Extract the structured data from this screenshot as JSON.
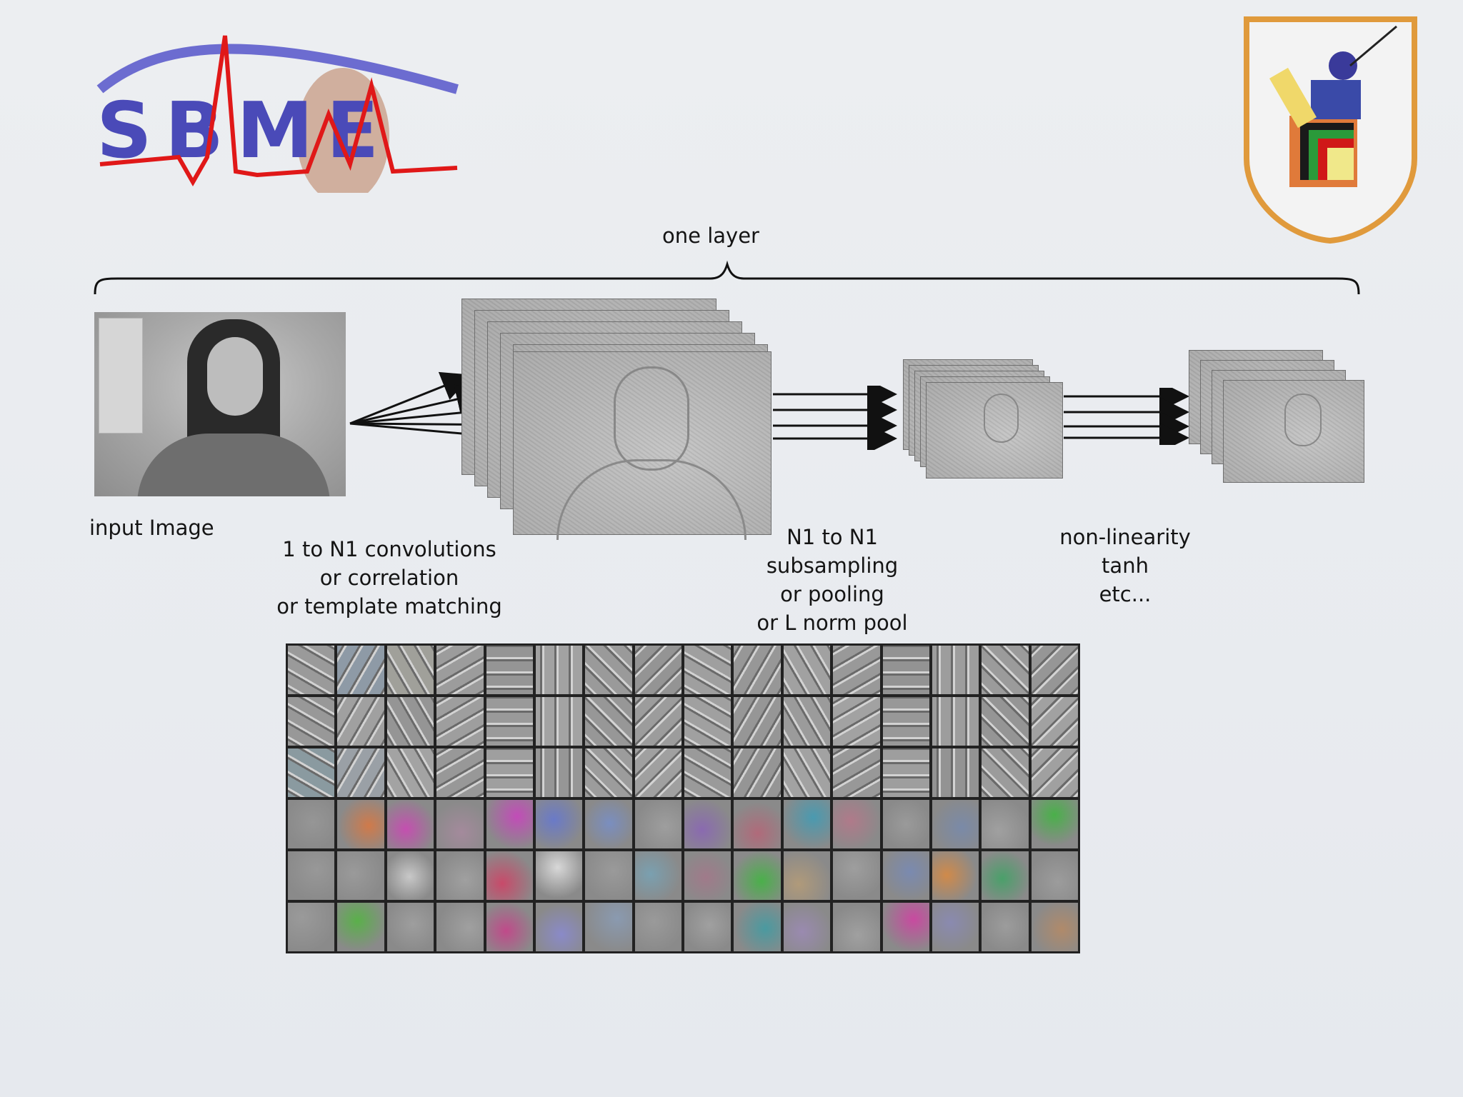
{
  "logos": {
    "left_logo_text": "SBME",
    "right_logo": "university-crest"
  },
  "diagram": {
    "layer_label": "one layer",
    "input_label": "input Image",
    "conv_label": [
      "1 to N1 convolutions",
      "or correlation",
      "or template matching"
    ],
    "pool_label": [
      "N1 to N1",
      "subsampling",
      "or pooling",
      "or L norm pool"
    ],
    "nonlin_label": [
      "non-linearity",
      "tanh",
      "etc..."
    ]
  },
  "filter_grid": {
    "rows": 6,
    "cols": 16,
    "tones": [
      "#9a9a9a",
      "#8e9aa6",
      "#a0a09a",
      "#9c9c9c",
      "#959595",
      "#a2a2a2",
      "#9a9a9a",
      "#949494",
      "#9f9f9f",
      "#979797",
      "#a1a1a1",
      "#999999",
      "#939393",
      "#9d9d9d",
      "#9b9b9b",
      "#969696",
      "#989898",
      "#a0a0a0",
      "#959595",
      "#9e9e9e",
      "#9a9a9a",
      "#a3a3a3",
      "#979797",
      "#9c9c9c",
      "#a0a0a0",
      "#969696",
      "#9b9b9b",
      "#a2a2a2",
      "#989898",
      "#9d9d9d",
      "#959595",
      "#a1a1a1",
      "#8a9aa0",
      "#9aa0a6",
      "#a3a3a3",
      "#989898",
      "#9f9f9f",
      "#969696",
      "#9c9c9c",
      "#a0a0a0",
      "#9a9a9a",
      "#959595",
      "#a2a2a2",
      "#989898",
      "#9e9e9e",
      "#939393",
      "#9b9b9b",
      "#a0a0a0",
      "#969696",
      "#d07a4a",
      "#c44fb0",
      "#a48a9c",
      "#c24cb8",
      "#6a7ac8",
      "#7a8ec0",
      "#9e9e9e",
      "#8a6ab0",
      "#b06a7a",
      "#4a9ab0",
      "#b07a8a",
      "#9a9a9a",
      "#7a8aa8",
      "#a0a0a0",
      "#4ab04a",
      "#989898",
      "#9a9a9a",
      "#c8c8c8",
      "#a0a0a0",
      "#c84a6a",
      "#d8d8d8",
      "#9a9a9a",
      "#7aa0b0",
      "#a07a8a",
      "#4ab04a",
      "#b09a7a",
      "#9e9e9e",
      "#7a8ab0",
      "#d08a4a",
      "#4aa06a",
      "#9c9c9c",
      "#9a9a9a",
      "#5ab04a",
      "#9e9e9e",
      "#a0a0a0",
      "#c04a8a",
      "#8a8ac8",
      "#8a9ab0",
      "#9a9a9a",
      "#a0a0a0",
      "#4a9aa0",
      "#9a8ab0",
      "#a0a0a0",
      "#c84aa0",
      "#8a8ab0",
      "#9c9c9c",
      "#b08a6a"
    ]
  }
}
